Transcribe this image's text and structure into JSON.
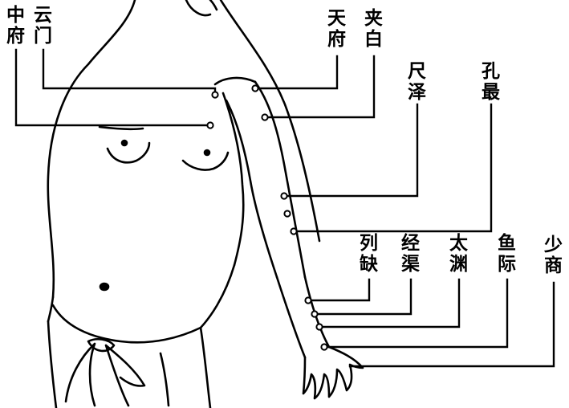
{
  "points": [
    {
      "id": "zhongfu",
      "chars": [
        "中",
        "府"
      ]
    },
    {
      "id": "yunmen",
      "chars": [
        "云",
        "门"
      ]
    },
    {
      "id": "tianfu",
      "chars": [
        "天",
        "府"
      ]
    },
    {
      "id": "xiabai",
      "chars": [
        "夹",
        "白"
      ]
    },
    {
      "id": "chize",
      "chars": [
        "尺",
        "泽"
      ]
    },
    {
      "id": "kongzui",
      "chars": [
        "孔",
        "最"
      ]
    },
    {
      "id": "lieque",
      "chars": [
        "列",
        "缺"
      ]
    },
    {
      "id": "jingqu",
      "chars": [
        "经",
        "渠"
      ]
    },
    {
      "id": "taiyuan",
      "chars": [
        "太",
        "渊"
      ]
    },
    {
      "id": "yuji",
      "chars": [
        "鱼",
        "际"
      ]
    },
    {
      "id": "shaoshang",
      "chars": [
        "少",
        "商"
      ]
    }
  ]
}
